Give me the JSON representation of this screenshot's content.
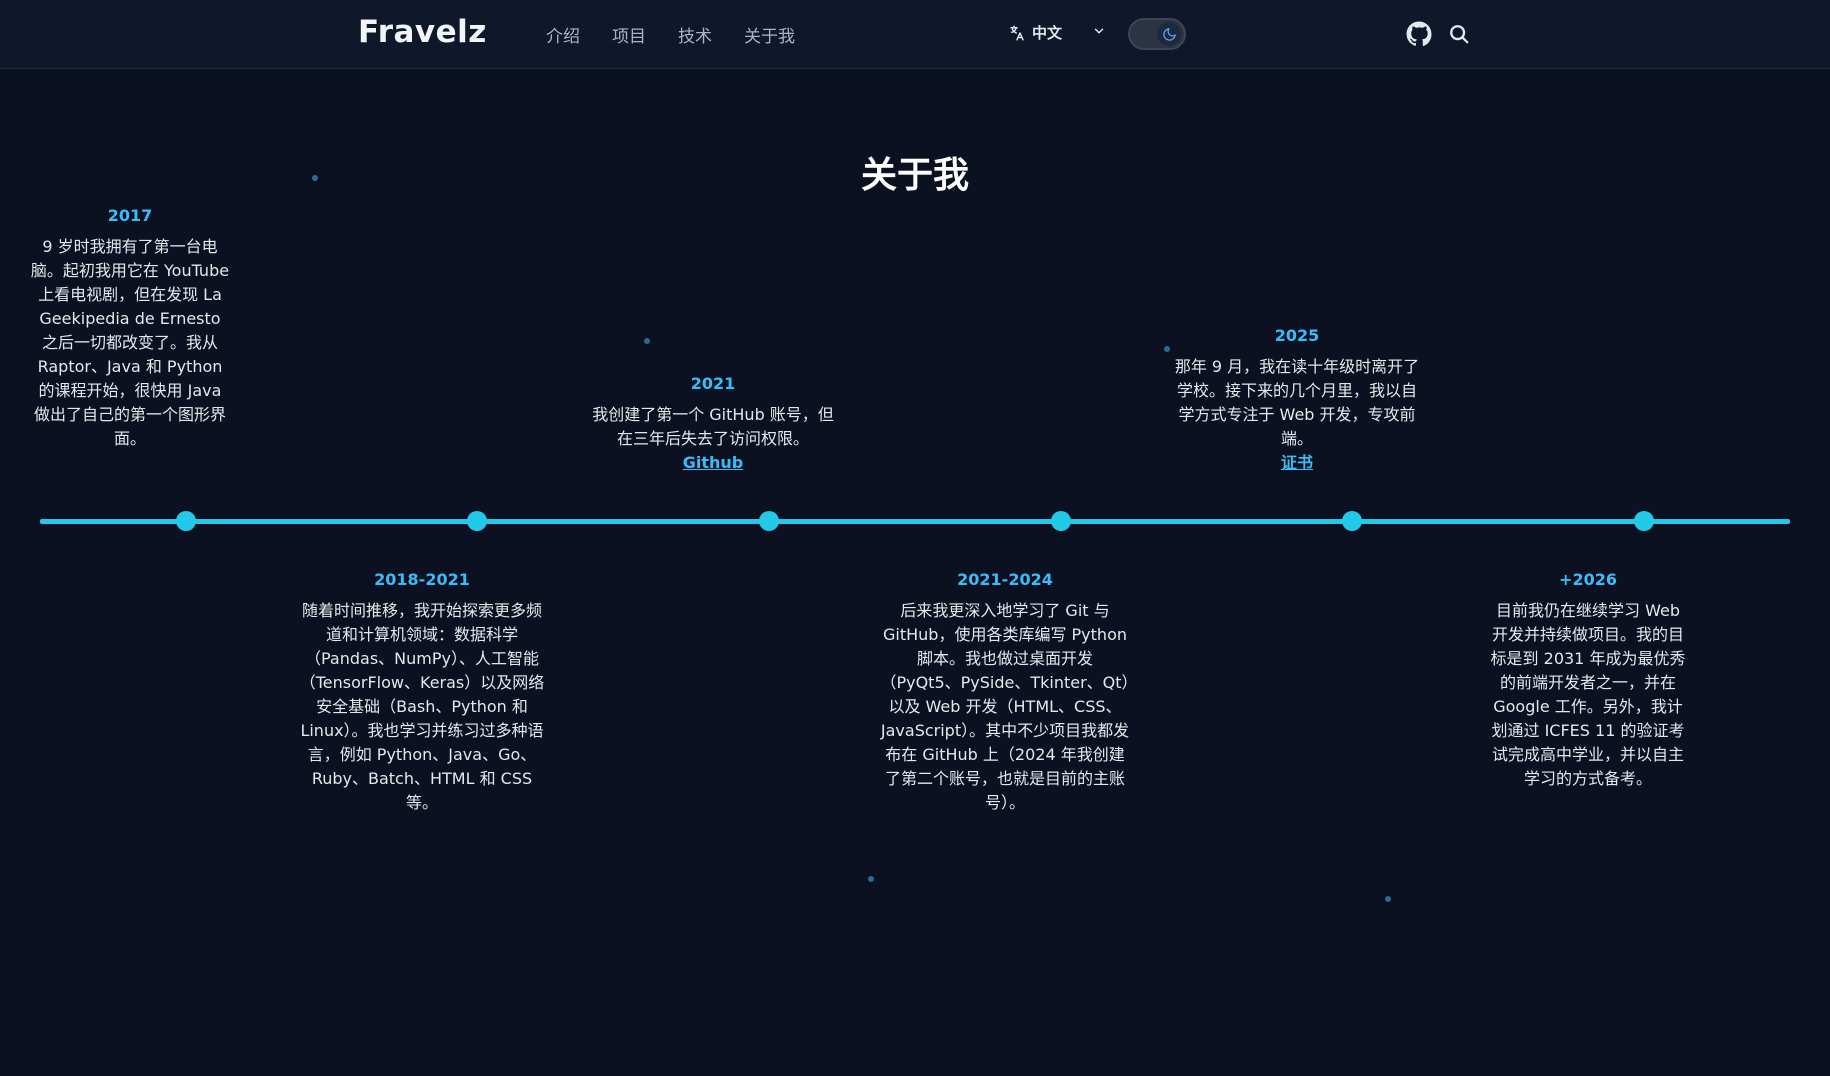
{
  "navbar": {
    "brand": "Fravelz",
    "links": [
      "介绍",
      "项目",
      "技术",
      "关于我"
    ],
    "language": "中文",
    "icons": {
      "language": "translate-icon",
      "dropdown": "chevron-down-icon",
      "theme": "moon-icon",
      "github": "github-icon",
      "search": "search-icon"
    }
  },
  "page": {
    "title": "关于我"
  },
  "colors": {
    "background": "#0c1122",
    "navbar": "#0f172a",
    "accent": "#22c9e8",
    "year": "#38bdf8"
  },
  "timeline": [
    {
      "year": "2017",
      "text": "9 岁时我拥有了第一台电脑。起初我用它在 YouTube 上看电视剧，但在发现 La Geekipedia de Ernesto 之后一切都改变了。我从 Raptor、Java 和 Python 的课程开始，很快用 Java 做出了自己的第一个图形界面。"
    },
    {
      "year": "2018-2021",
      "text": "随着时间推移，我开始探索更多频道和计算机领域：数据科学（Pandas、NumPy）、人工智能（TensorFlow、Keras）以及网络安全基础（Bash、Python 和 Linux）。我也学习并练习过多种语言，例如 Python、Java、Go、Ruby、Batch、HTML 和 CSS 等。"
    },
    {
      "year": "2021",
      "text": "我创建了第一个 GitHub 账号，但在三年后失去了访问权限。",
      "link": "Github"
    },
    {
      "year": "2021-2024",
      "text": "后来我更深入地学习了 Git 与 GitHub，使用各类库编写 Python 脚本。我也做过桌面开发（PyQt5、PySide、Tkinter、Qt）以及 Web 开发（HTML、CSS、JavaScript）。其中不少项目我都发布在 GitHub 上（2024 年我创建了第二个账号，也就是目前的主账号）。"
    },
    {
      "year": "2025",
      "text": "那年 9 月，我在读十年级时离开了学校。接下来的几个月里，我以自学方式专注于 Web 开发，专攻前端。",
      "link": "证书"
    },
    {
      "year": "+2026",
      "text": "目前我仍在继续学习 Web 开发并持续做项目。我的目标是到 2031 年成为最优秀的前端开发者之一，并在 Google 工作。另外，我计划通过 ICFES 11 的验证考试完成高中学业，并以自主学习的方式备考。"
    }
  ]
}
